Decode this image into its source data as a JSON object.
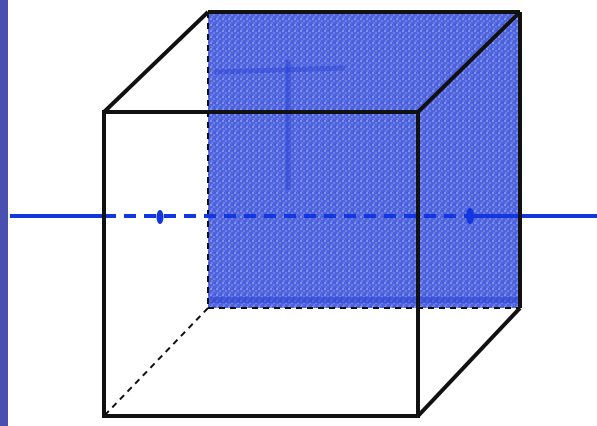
{
  "diagram": {
    "subject": "cube-with-shaded-back-face-and-axis",
    "colors": {
      "page_background": "#ffffff",
      "left_strip": "#4a50b0",
      "edge": "#111111",
      "shaded_face": "#3a4fd9",
      "shaded_face_light": "#d8dcf5",
      "axis": "#1236e0"
    },
    "edges": {
      "visible_style": "solid",
      "hidden_style": "dashed"
    },
    "axis": {
      "style_outside": "solid",
      "style_inside": "dashed",
      "piercing_points": 2
    }
  }
}
